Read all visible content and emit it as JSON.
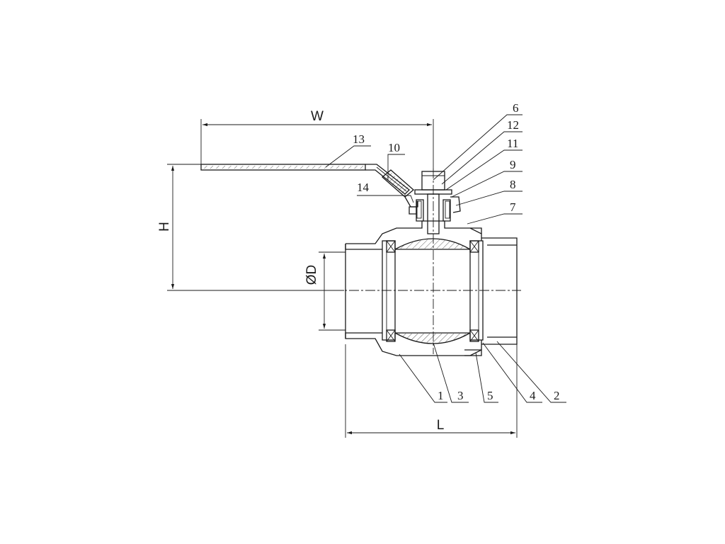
{
  "dimensions": {
    "width_label": "W",
    "height_label": "H",
    "length_label": "L",
    "diameter_label": "ØD"
  },
  "part_labels": [
    "1",
    "2",
    "3",
    "4",
    "5",
    "6",
    "7",
    "8",
    "9",
    "10",
    "11",
    "12",
    "13",
    "14"
  ],
  "colors": {
    "line": "#1a1a1a",
    "background": "#ffffff"
  }
}
